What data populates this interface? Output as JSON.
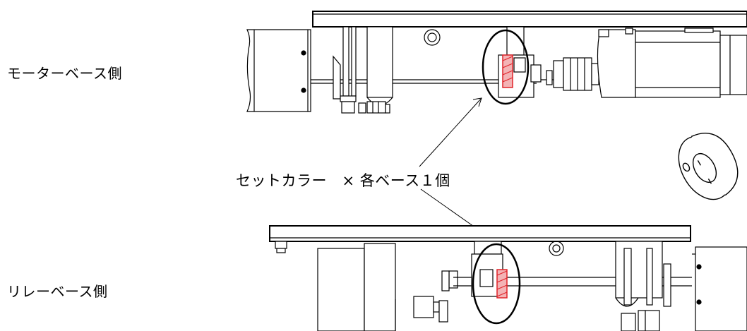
{
  "labels": {
    "motor_base_side": "モーターベース側",
    "relay_base_side": "リレーベース側",
    "set_collar_note": "セットカラー　× 各ベース１個"
  },
  "colors": {
    "line": "#000000",
    "highlight": "#e0242a"
  },
  "icons": {
    "collar": "set-collar-icon"
  }
}
